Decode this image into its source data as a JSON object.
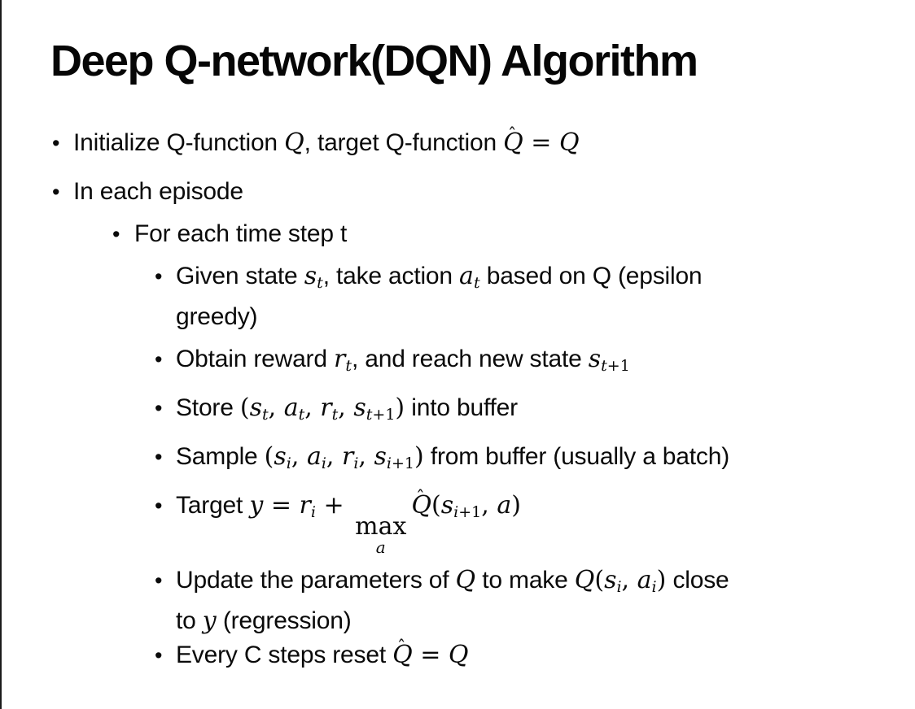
{
  "slide": {
    "background": "#ffffff",
    "border_color": "#1b1b1b",
    "text_color": "#0a0a0a",
    "bullet_glyph": "•",
    "hat_glyph": "ˆ",
    "title": "Deep Q-network(DQN) Algorithm",
    "bullets": [
      {
        "level": 1,
        "lines": [
          [
            {
              "k": "p",
              "t": "Initialize Q-function "
            },
            {
              "k": "m",
              "t": "Q"
            },
            {
              "k": "p",
              "t": ", target Q-function "
            },
            {
              "k": "hat",
              "t": "Q"
            },
            {
              "k": "mo",
              "t": " = "
            },
            {
              "k": "m",
              "t": "Q"
            }
          ]
        ]
      },
      {
        "level": 1,
        "lines": [
          [
            {
              "k": "p",
              "t": "In each episode"
            }
          ]
        ]
      },
      {
        "level": 2,
        "lines": [
          [
            {
              "k": "p",
              "t": "For each time step t"
            }
          ]
        ]
      },
      {
        "level": 3,
        "lines": [
          [
            {
              "k": "p",
              "t": "Given state "
            },
            {
              "k": "m",
              "t": "s"
            },
            {
              "k": "sub",
              "t": "t"
            },
            {
              "k": "p",
              "t": ", take action "
            },
            {
              "k": "m",
              "t": "a"
            },
            {
              "k": "sub",
              "t": "t"
            },
            {
              "k": "p",
              "t": " based on Q (epsilon"
            }
          ],
          [
            {
              "k": "p",
              "t": "greedy)"
            }
          ]
        ]
      },
      {
        "level": 3,
        "lines": [
          [
            {
              "k": "p",
              "t": "Obtain reward "
            },
            {
              "k": "m",
              "t": "r"
            },
            {
              "k": "sub",
              "t": "t"
            },
            {
              "k": "p",
              "t": ", and reach new state "
            },
            {
              "k": "m",
              "t": "s"
            },
            {
              "k": "sub",
              "t": "t"
            },
            {
              "k": "subo",
              "t": "+1"
            }
          ]
        ]
      },
      {
        "level": 3,
        "lines": [
          [
            {
              "k": "p",
              "t": "Store "
            },
            {
              "k": "mo",
              "t": "("
            },
            {
              "k": "m",
              "t": "s"
            },
            {
              "k": "sub",
              "t": "t"
            },
            {
              "k": "mo",
              "t": ", "
            },
            {
              "k": "m",
              "t": "a"
            },
            {
              "k": "sub",
              "t": "t"
            },
            {
              "k": "mo",
              "t": ", "
            },
            {
              "k": "m",
              "t": "r"
            },
            {
              "k": "sub",
              "t": "t"
            },
            {
              "k": "mo",
              "t": ", "
            },
            {
              "k": "m",
              "t": "s"
            },
            {
              "k": "sub",
              "t": "t"
            },
            {
              "k": "subo",
              "t": "+1"
            },
            {
              "k": "mo",
              "t": ")"
            },
            {
              "k": "p",
              "t": " into buffer"
            }
          ]
        ]
      },
      {
        "level": 3,
        "lines": [
          [
            {
              "k": "p",
              "t": "Sample "
            },
            {
              "k": "mo",
              "t": "("
            },
            {
              "k": "m",
              "t": "s"
            },
            {
              "k": "sub",
              "t": "i"
            },
            {
              "k": "mo",
              "t": ", "
            },
            {
              "k": "m",
              "t": "a"
            },
            {
              "k": "sub",
              "t": "i"
            },
            {
              "k": "mo",
              "t": ", "
            },
            {
              "k": "m",
              "t": "r"
            },
            {
              "k": "sub",
              "t": "i"
            },
            {
              "k": "mo",
              "t": ", "
            },
            {
              "k": "m",
              "t": "s"
            },
            {
              "k": "sub",
              "t": "i"
            },
            {
              "k": "subo",
              "t": "+1"
            },
            {
              "k": "mo",
              "t": ")"
            },
            {
              "k": "p",
              "t": " from buffer (usually a batch)"
            }
          ]
        ]
      },
      {
        "level": 3,
        "lines": [
          [
            {
              "k": "p",
              "t": "Target "
            },
            {
              "k": "m",
              "t": "y"
            },
            {
              "k": "mo",
              "t": " = "
            },
            {
              "k": "m",
              "t": "r"
            },
            {
              "k": "sub",
              "t": "i"
            },
            {
              "k": "mo",
              "t": " + "
            },
            {
              "k": "max",
              "top": "max",
              "bottom": "a"
            },
            {
              "k": "hat",
              "t": "Q"
            },
            {
              "k": "mo",
              "t": "("
            },
            {
              "k": "m",
              "t": "s"
            },
            {
              "k": "sub",
              "t": "i"
            },
            {
              "k": "subo",
              "t": "+1"
            },
            {
              "k": "mo",
              "t": ", "
            },
            {
              "k": "m",
              "t": "a"
            },
            {
              "k": "mo",
              "t": ")"
            }
          ]
        ]
      },
      {
        "level": 3,
        "lines": [
          [
            {
              "k": "p",
              "t": "Update the parameters of "
            },
            {
              "k": "m",
              "t": "Q"
            },
            {
              "k": "p",
              "t": " to make "
            },
            {
              "k": "m",
              "t": "Q"
            },
            {
              "k": "mo",
              "t": "("
            },
            {
              "k": "m",
              "t": "s"
            },
            {
              "k": "sub",
              "t": "i"
            },
            {
              "k": "mo",
              "t": ", "
            },
            {
              "k": "m",
              "t": "a"
            },
            {
              "k": "sub",
              "t": "i"
            },
            {
              "k": "mo",
              "t": ")"
            },
            {
              "k": "p",
              "t": " close"
            }
          ],
          [
            {
              "k": "p",
              "t": "to "
            },
            {
              "k": "m",
              "t": "y"
            },
            {
              "k": "p",
              "t": " (regression)"
            }
          ]
        ]
      },
      {
        "level": 3,
        "lines": [
          [
            {
              "k": "p",
              "t": "Every C steps reset "
            },
            {
              "k": "hat",
              "t": "Q"
            },
            {
              "k": "mo",
              "t": " = "
            },
            {
              "k": "m",
              "t": "Q"
            }
          ]
        ]
      }
    ]
  }
}
